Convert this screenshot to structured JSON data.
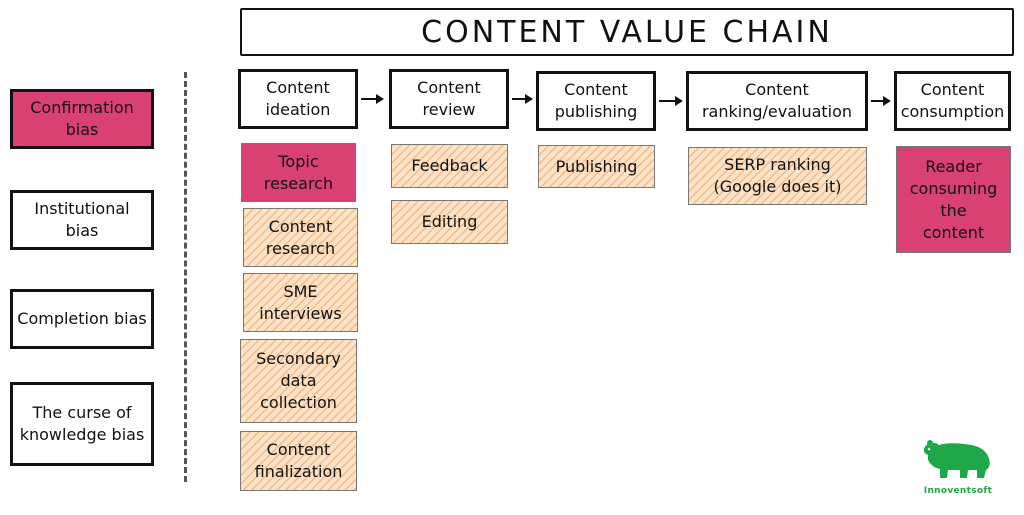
{
  "title": "CONTENT VALUE CHAIN",
  "biases": [
    {
      "label": "Confirmation bias",
      "highlighted": true
    },
    {
      "label": "Institutional bias",
      "highlighted": false
    },
    {
      "label": "Completion bias",
      "highlighted": false
    },
    {
      "label": "The curse of knowledge bias",
      "highlighted": false
    }
  ],
  "stages": [
    {
      "label": "Content\nideation",
      "tasks": [
        {
          "label": "Topic\nresearch",
          "highlighted": true
        },
        {
          "label": "Content\nresearch",
          "highlighted": false
        },
        {
          "label": "SME\ninterviews",
          "highlighted": false
        },
        {
          "label": "Secondary\ndata\ncollection",
          "highlighted": false
        },
        {
          "label": "Content\nfinalization",
          "highlighted": false
        }
      ]
    },
    {
      "label": "Content\nreview",
      "tasks": [
        {
          "label": "Feedback",
          "highlighted": false
        },
        {
          "label": "Editing",
          "highlighted": false
        }
      ]
    },
    {
      "label": "Content\npublishing",
      "tasks": [
        {
          "label": "Publishing",
          "highlighted": false
        }
      ]
    },
    {
      "label": "Content\nranking/evaluation",
      "tasks": [
        {
          "label": "SERP ranking\n(Google does it)",
          "highlighted": false
        }
      ]
    },
    {
      "label": "Content\nconsumption",
      "tasks": [
        {
          "label": "Reader\nconsuming\nthe\ncontent",
          "highlighted": true
        }
      ]
    }
  ],
  "logo": {
    "text": "Innoventsoft",
    "icon": "bear-icon",
    "color": "#1fa84a"
  },
  "colors": {
    "highlight": "#d94173",
    "task_fill": "#fce3c8",
    "hatch": "#f09650"
  }
}
